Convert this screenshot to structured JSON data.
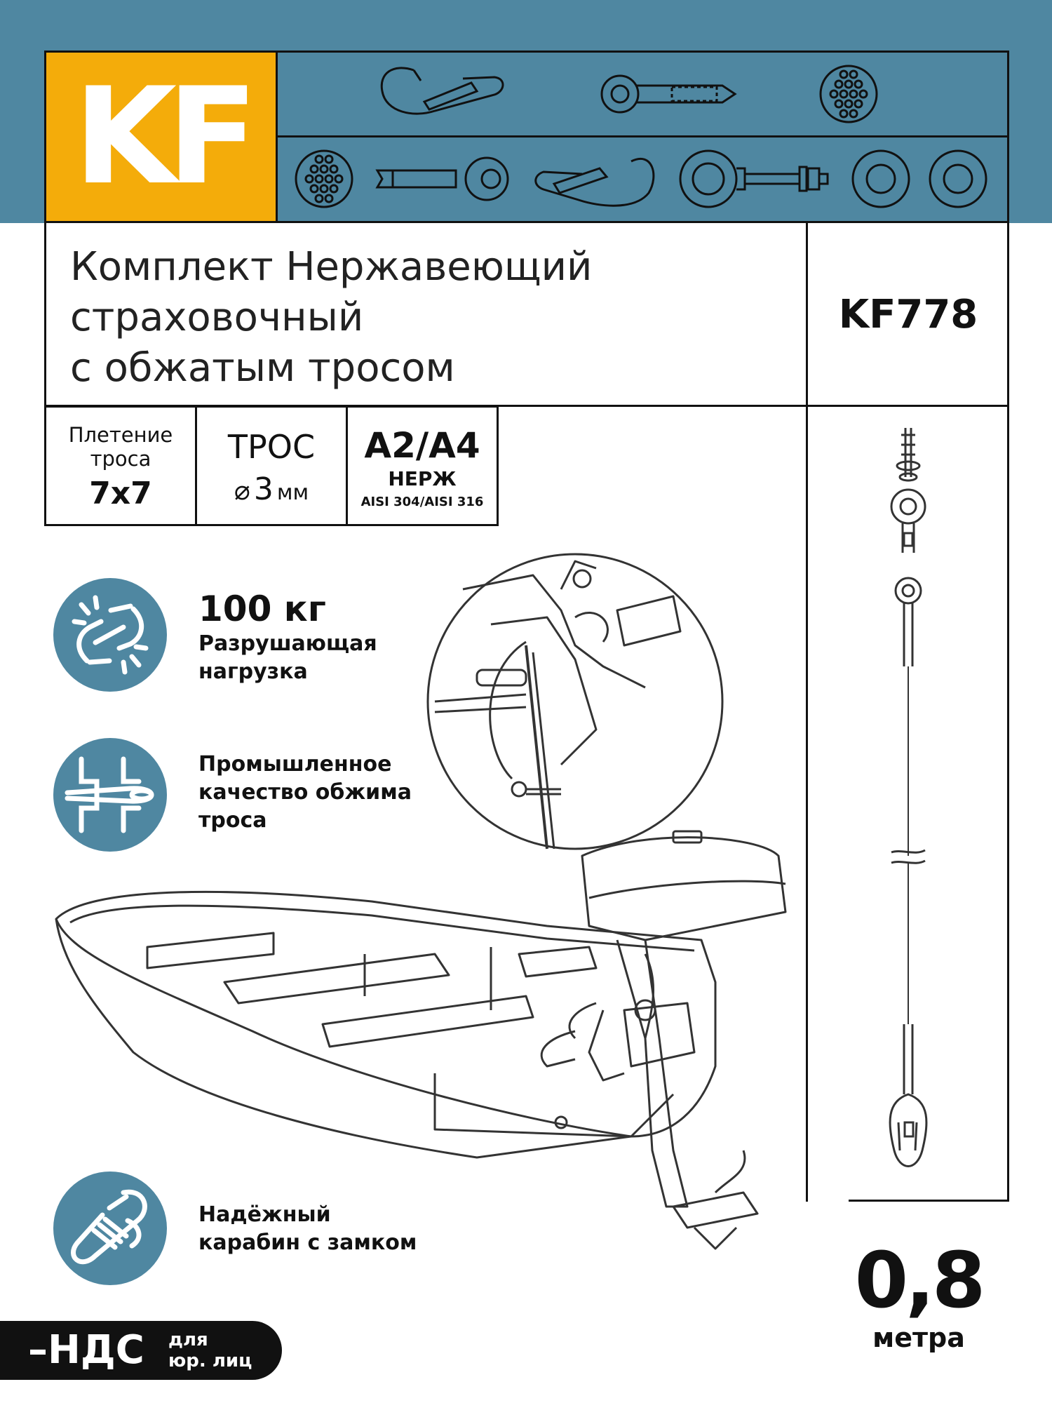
{
  "brand": {
    "logo_text": "KF",
    "accent_color": "#f4ac0a",
    "band_color": "#4f87a1"
  },
  "header_icons": [
    "carabiner-icon",
    "eye-terminal-icon",
    "wire-cross-section-icon",
    "eye-bolt-icon",
    "washer-icon"
  ],
  "product": {
    "title_lines": [
      "Комплект Нержавеющий",
      "страховочный",
      "с обжатым тросом"
    ],
    "sku": "KF778"
  },
  "specs": {
    "weave_label_1": "Плетение",
    "weave_label_2": "троса",
    "weave_value": "7x7",
    "cable_label": "ТРОС",
    "cable_diameter_symbol": "⌀",
    "cable_diameter_value": "3",
    "cable_diameter_unit": "мм",
    "steel_grade": "A2/A4",
    "steel_label": "НЕРЖ",
    "steel_standard": "AISI 304/AISI 316"
  },
  "features": [
    {
      "icon": "broken-chain-icon",
      "value": "100 кг",
      "line1": "Разрушающая",
      "line2": "нагрузка"
    },
    {
      "icon": "crimp-sleeve-icon",
      "line1": "Промышленное",
      "line2": "качество обжима",
      "line3": "троса"
    },
    {
      "icon": "carabiner-lock-icon",
      "line1": "Надёжный",
      "line2": "карабин с замком"
    }
  ],
  "vat_badge": {
    "main": "–НДС",
    "line1": "для",
    "line2": "юр. лиц"
  },
  "length": {
    "value": "0,8",
    "unit": "метра"
  }
}
